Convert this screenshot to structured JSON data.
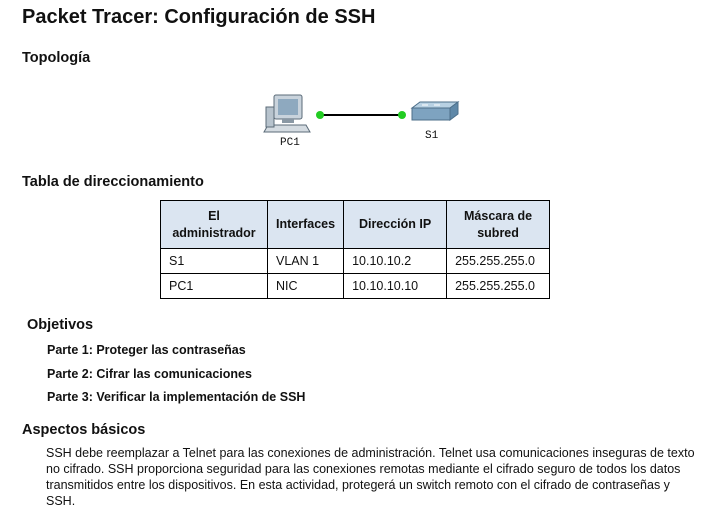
{
  "title": "Packet Tracer: Configuración de SSH",
  "topology": {
    "heading": "Topología",
    "pc_label": "PC1",
    "switch_label": "S1",
    "link_color": "#000000",
    "port_color": "#22cc22"
  },
  "addressing": {
    "heading": "Tabla de direccionamiento",
    "headers": [
      "El administrador",
      "Interfaces",
      "Dirección IP",
      "Máscara de subred"
    ],
    "rows": [
      [
        "S1",
        "VLAN 1",
        "10.10.10.2",
        "255.255.255.0"
      ],
      [
        "PC1",
        "NIC",
        "10.10.10.10",
        "255.255.255.0"
      ]
    ],
    "header_bg": "#dbe5f1"
  },
  "objectives": {
    "heading": "Objetivos",
    "items": [
      "Parte 1: Proteger las contraseñas",
      "Parte 2: Cifrar las comunicaciones",
      "Parte 3: Verificar la implementación de SSH"
    ]
  },
  "background": {
    "heading": "Aspectos básicos",
    "text": "SSH debe reemplazar a Telnet para las conexiones de administración. Telnet usa comunicaciones inseguras de texto no cifrado. SSH proporciona seguridad para las conexiones remotas mediante el cifrado seguro de todos los datos transmitidos entre los dispositivos. En esta actividad, protegerá un switch remoto con el cifrado de contraseñas y SSH."
  }
}
